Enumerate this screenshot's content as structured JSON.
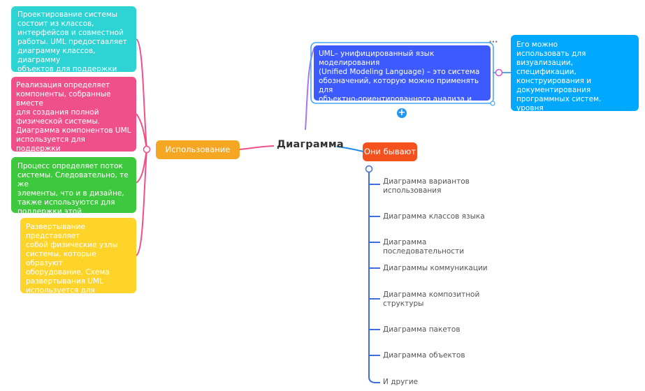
{
  "center": {
    "label": "Диаграмма"
  },
  "left_hub": {
    "label": "Использование UML",
    "color": "#f5a623"
  },
  "left_nodes": [
    {
      "text": "Проектирование системы\nсостоит из классов,\nинтерфейсов и совместной\nработы. UML предоставляет\nдиаграмму классов, диаграмму\nобъектов для поддержки этого.",
      "color": "#2ed3d3"
    },
    {
      "text": "Реализация определяет\nкомпоненты, собранные вместе\nдля создания полной\nфизической системы.\nДиаграмма компонентов UML\nиспользуется для поддержки\nперспективы реализации.",
      "color": "#f0508a"
    },
    {
      "text": "Процесс определяет поток\nсистемы. Следовательно, те же\nэлементы, что и в дизайне,\nтакже используются для\nподдержки этой перспективы.",
      "color": "#3ec83e"
    },
    {
      "text": "Развертывание представляет\nсобой физические узлы\nсистемы, которые образуют\nоборудование. Схема\nразвертывания UML\nиспользуется для поддержки\nэтой перспективы",
      "color": "#ffd42a"
    }
  ],
  "top_node": {
    "text": "UML– унифицированный язык моделирования\n(Unified Modeling Language) – это система\nобозначений, которую можно применять для\nобъектно-ориентированного анализа и\nпроектирования",
    "color": "#3d5afe"
  },
  "top_right_node": {
    "text": "Его можно\nиспользовать для визуализации,\nспецификации,\nконструирования и\nдокументирования\nпрограммных систем.\nуровня",
    "color": "#00a8ff"
  },
  "add_icon": {
    "symbol": "+"
  },
  "more_icon": {
    "symbol": "•••"
  },
  "right_hub": {
    "label": "Они бывают",
    "color": "#f4511e"
  },
  "right_items": [
    "Диаграмма вариантов\nиспользования",
    "Диаграмма классов языка",
    "Диаграмма последовательности",
    "Диаграммы коммуникации",
    "Диаграмма композитной\nструктуры",
    "Диаграмма пакетов",
    "Диаграмма объектов",
    "И другие"
  ]
}
